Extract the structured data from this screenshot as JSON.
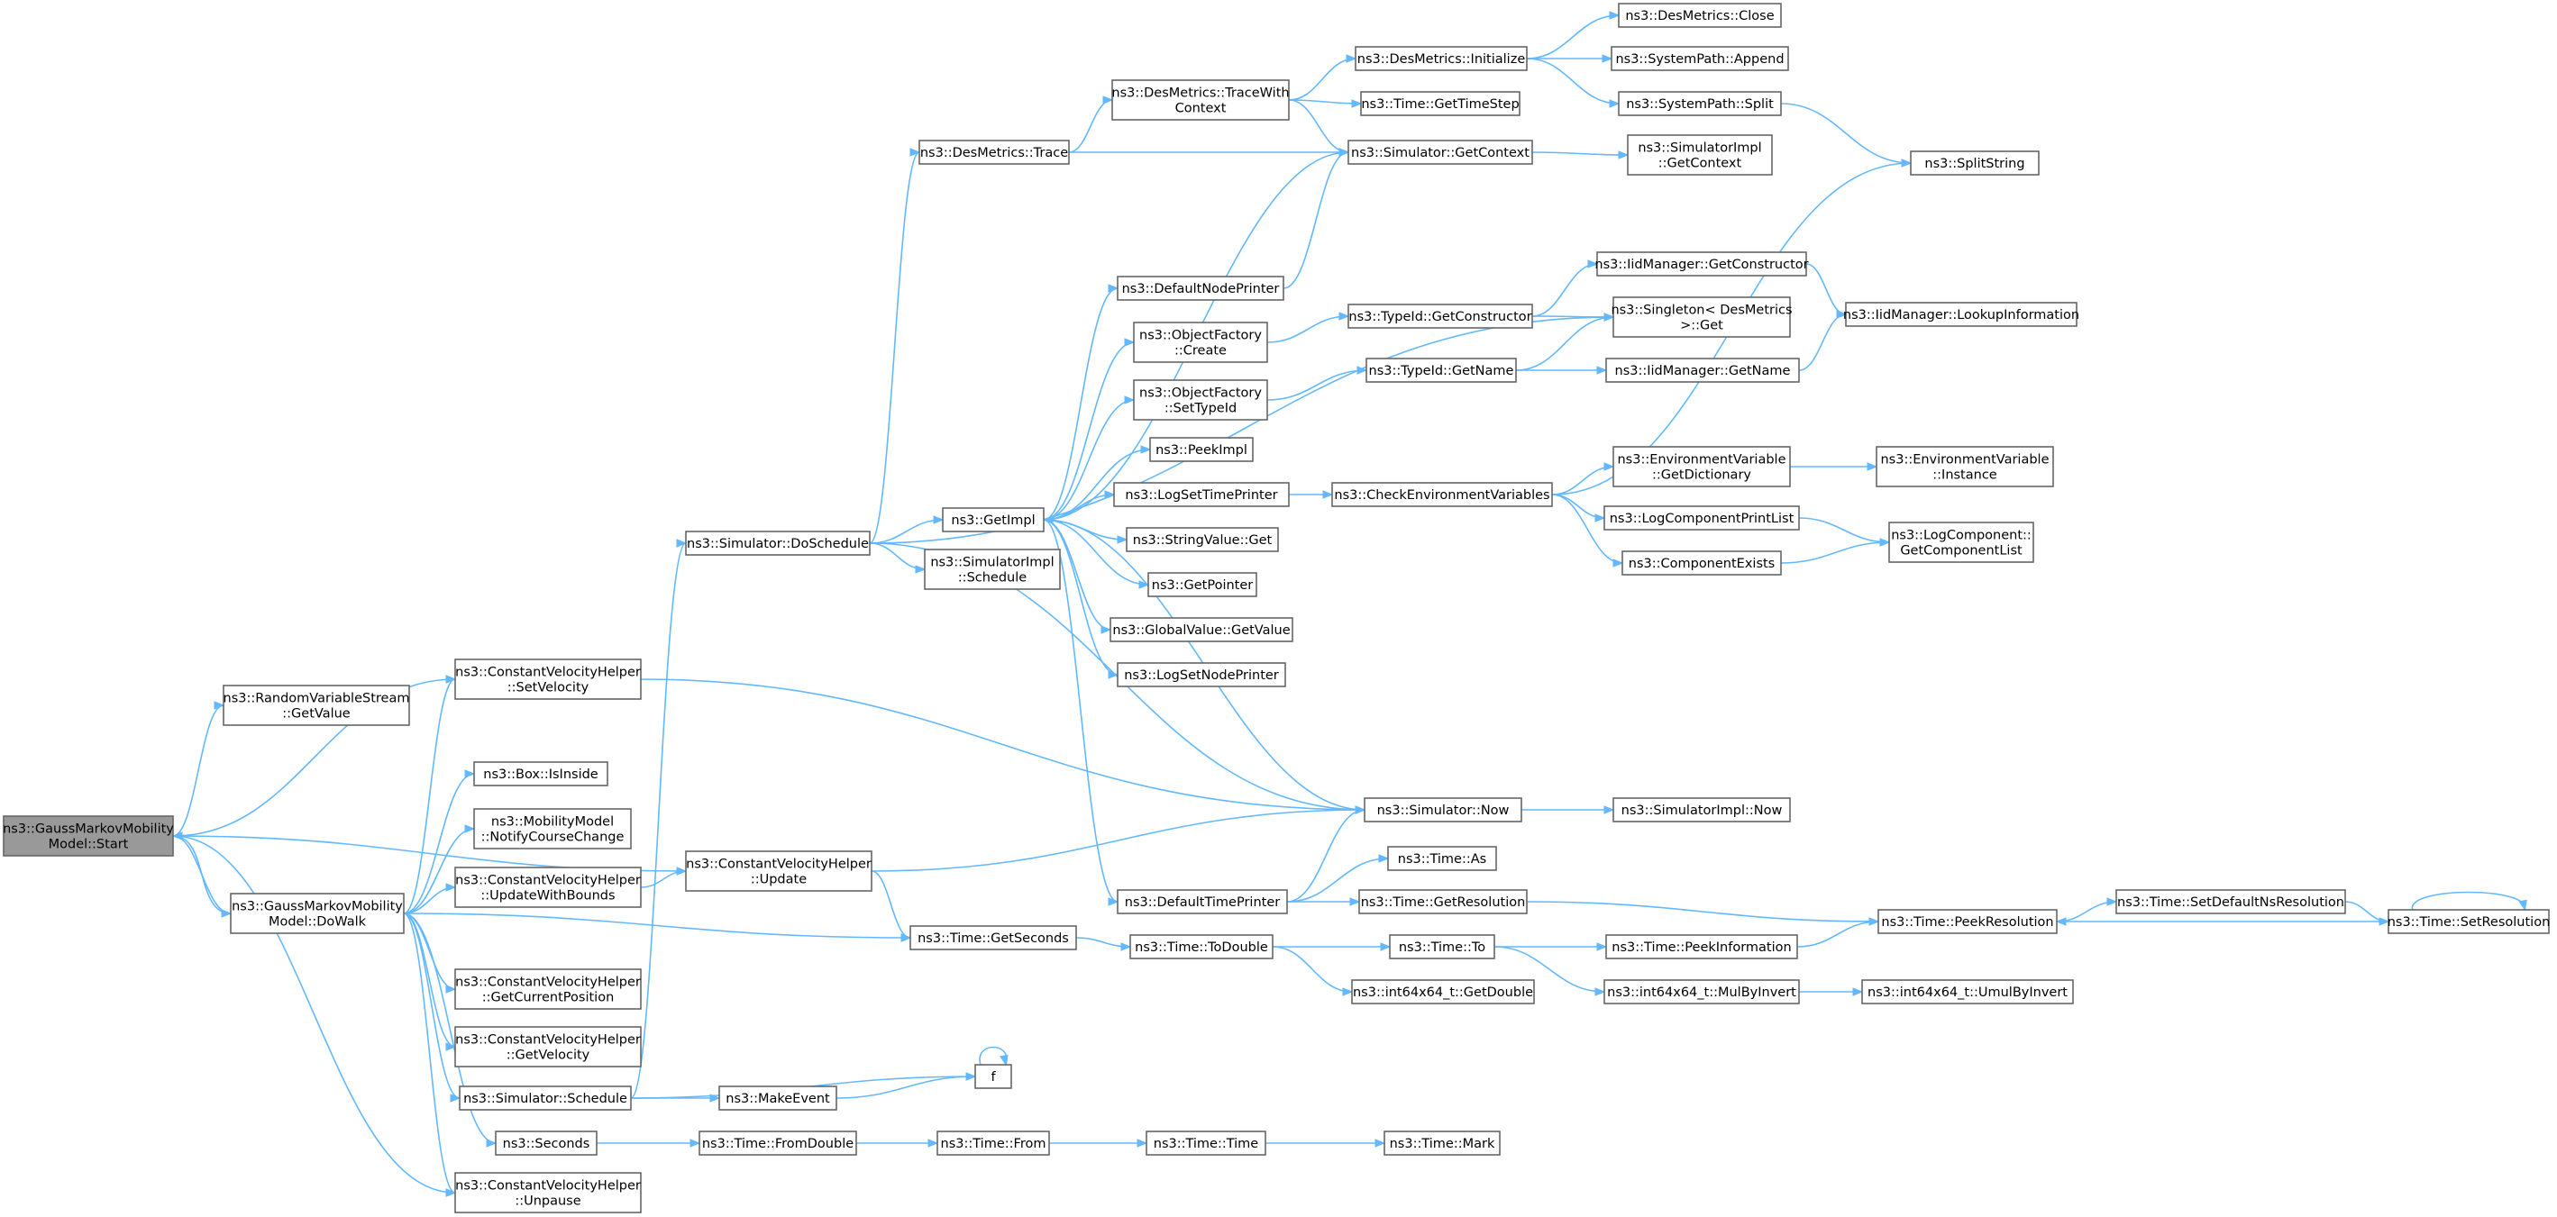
{
  "nodes": [
    {
      "id": "start",
      "lines": [
        "ns3::GaussMarkovMobility",
        "Model::Start"
      ],
      "root": true
    },
    {
      "id": "rvs",
      "lines": [
        "ns3::RandomVariableStream",
        "::GetValue"
      ]
    },
    {
      "id": "cvh_setvel",
      "lines": [
        "ns3::ConstantVelocityHelper",
        "::SetVelocity"
      ]
    },
    {
      "id": "dowalk",
      "lines": [
        "ns3::GaussMarkovMobility",
        "Model::DoWalk"
      ]
    },
    {
      "id": "box",
      "lines": [
        "ns3::Box::IsInside"
      ]
    },
    {
      "id": "mm_notify",
      "lines": [
        "ns3::MobilityModel",
        "::NotifyCourseChange"
      ]
    },
    {
      "id": "cvh_uwb",
      "lines": [
        "ns3::ConstantVelocityHelper",
        "::UpdateWithBounds"
      ]
    },
    {
      "id": "cvh_getpos",
      "lines": [
        "ns3::ConstantVelocityHelper",
        "::GetCurrentPosition"
      ]
    },
    {
      "id": "cvh_getvel",
      "lines": [
        "ns3::ConstantVelocityHelper",
        "::GetVelocity"
      ]
    },
    {
      "id": "sim_schedule",
      "lines": [
        "ns3::Simulator::Schedule"
      ]
    },
    {
      "id": "seconds",
      "lines": [
        "ns3::Seconds"
      ]
    },
    {
      "id": "cvh_unpause",
      "lines": [
        "ns3::ConstantVelocityHelper",
        "::Unpause"
      ]
    },
    {
      "id": "sim_doschedule",
      "lines": [
        "ns3::Simulator::DoSchedule"
      ]
    },
    {
      "id": "cvh_update",
      "lines": [
        "ns3::ConstantVelocityHelper",
        "::Update"
      ]
    },
    {
      "id": "makeevent",
      "lines": [
        "ns3::MakeEvent"
      ]
    },
    {
      "id": "fromdouble",
      "lines": [
        "ns3::Time::FromDouble"
      ]
    },
    {
      "id": "desm_trace",
      "lines": [
        "ns3::DesMetrics::Trace"
      ]
    },
    {
      "id": "getimpl",
      "lines": [
        "ns3::GetImpl"
      ]
    },
    {
      "id": "simimpl_schedule",
      "lines": [
        "ns3::SimulatorImpl",
        "::Schedule"
      ]
    },
    {
      "id": "getseconds",
      "lines": [
        "ns3::Time::GetSeconds"
      ]
    },
    {
      "id": "time_from",
      "lines": [
        "ns3::Time::From"
      ]
    },
    {
      "id": "desm_twc",
      "lines": [
        "ns3::DesMetrics::TraceWith",
        "Context"
      ]
    },
    {
      "id": "defnodeprinter",
      "lines": [
        "ns3::DefaultNodePrinter"
      ]
    },
    {
      "id": "of_create",
      "lines": [
        "ns3::ObjectFactory",
        "::Create"
      ]
    },
    {
      "id": "of_settypeid",
      "lines": [
        "ns3::ObjectFactory",
        "::SetTypeId"
      ]
    },
    {
      "id": "peekimpl",
      "lines": [
        "ns3::PeekImpl"
      ]
    },
    {
      "id": "logsettimeprinter",
      "lines": [
        "ns3::LogSetTimePrinter"
      ]
    },
    {
      "id": "strval_get",
      "lines": [
        "ns3::StringValue::Get"
      ]
    },
    {
      "id": "getpointer",
      "lines": [
        "ns3::GetPointer"
      ]
    },
    {
      "id": "gv_getvalue",
      "lines": [
        "ns3::GlobalValue::GetValue"
      ]
    },
    {
      "id": "logsetnodeprinter",
      "lines": [
        "ns3::LogSetNodePrinter"
      ]
    },
    {
      "id": "deftimeprinter",
      "lines": [
        "ns3::DefaultTimePrinter"
      ]
    },
    {
      "id": "todouble",
      "lines": [
        "ns3::Time::ToDouble"
      ]
    },
    {
      "id": "f",
      "lines": [
        "f"
      ]
    },
    {
      "id": "time_time",
      "lines": [
        "ns3::Time::Time"
      ]
    },
    {
      "id": "desm_init",
      "lines": [
        "ns3::DesMetrics::Initialize"
      ]
    },
    {
      "id": "gettimestep",
      "lines": [
        "ns3::Time::GetTimeStep"
      ]
    },
    {
      "id": "sim_getcontext",
      "lines": [
        "ns3::Simulator::GetContext"
      ]
    },
    {
      "id": "tid_getconstructor",
      "lines": [
        "ns3::TypeId::GetConstructor"
      ]
    },
    {
      "id": "tid_getname",
      "lines": [
        "ns3::TypeId::GetName"
      ]
    },
    {
      "id": "checkenv",
      "lines": [
        "ns3::CheckEnvironmentVariables"
      ]
    },
    {
      "id": "sim_now",
      "lines": [
        "ns3::Simulator::Now"
      ]
    },
    {
      "id": "time_as",
      "lines": [
        "ns3::Time::As"
      ]
    },
    {
      "id": "getresolution",
      "lines": [
        "ns3::Time::GetResolution"
      ]
    },
    {
      "id": "time_to",
      "lines": [
        "ns3::Time::To"
      ]
    },
    {
      "id": "getdouble",
      "lines": [
        "ns3::int64x64_t::GetDouble"
      ]
    },
    {
      "id": "time_mark",
      "lines": [
        "ns3::Time::Mark"
      ]
    },
    {
      "id": "desm_close",
      "lines": [
        "ns3::DesMetrics::Close"
      ]
    },
    {
      "id": "sp_append",
      "lines": [
        "ns3::SystemPath::Append"
      ]
    },
    {
      "id": "sp_split",
      "lines": [
        "ns3::SystemPath::Split"
      ]
    },
    {
      "id": "simimpl_getcontext",
      "lines": [
        "ns3::SimulatorImpl",
        "::GetContext"
      ]
    },
    {
      "id": "iid_getconstructor",
      "lines": [
        "ns3::IidManager::GetConstructor"
      ]
    },
    {
      "id": "singleton_get",
      "lines": [
        "ns3::Singleton< DesMetrics",
        ">::Get"
      ]
    },
    {
      "id": "iid_getname",
      "lines": [
        "ns3::IidManager::GetName"
      ]
    },
    {
      "id": "env_getdict",
      "lines": [
        "ns3::EnvironmentVariable",
        "::GetDictionary"
      ]
    },
    {
      "id": "lcprintlist",
      "lines": [
        "ns3::LogComponentPrintList"
      ]
    },
    {
      "id": "compexists",
      "lines": [
        "ns3::ComponentExists"
      ]
    },
    {
      "id": "simimpl_now",
      "lines": [
        "ns3::SimulatorImpl::Now"
      ]
    },
    {
      "id": "peekinfo",
      "lines": [
        "ns3::Time::PeekInformation"
      ]
    },
    {
      "id": "mulbyinvert",
      "lines": [
        "ns3::int64x64_t::MulByInvert"
      ]
    },
    {
      "id": "splitstring",
      "lines": [
        "ns3::SplitString"
      ]
    },
    {
      "id": "iid_lookup",
      "lines": [
        "ns3::IidManager::LookupInformation"
      ]
    },
    {
      "id": "env_instance",
      "lines": [
        "ns3::EnvironmentVariable",
        "::Instance"
      ]
    },
    {
      "id": "lc_getlist",
      "lines": [
        "ns3::LogComponent::",
        "GetComponentList"
      ]
    },
    {
      "id": "peekresolution",
      "lines": [
        "ns3::Time::PeekResolution"
      ]
    },
    {
      "id": "umulbyinvert",
      "lines": [
        "ns3::int64x64_t::UmulByInvert"
      ]
    },
    {
      "id": "setdefaultns",
      "lines": [
        "ns3::Time::SetDefaultNsResolution"
      ]
    },
    {
      "id": "setresolution",
      "lines": [
        "ns3::Time::SetResolution"
      ]
    }
  ],
  "edges": [
    [
      "start",
      "rvs"
    ],
    [
      "start",
      "cvh_setvel"
    ],
    [
      "start",
      "dowalk"
    ],
    [
      "start",
      "cvh_update"
    ],
    [
      "start",
      "cvh_unpause"
    ],
    [
      "dowalk",
      "start"
    ],
    [
      "dowalk",
      "cvh_setvel"
    ],
    [
      "dowalk",
      "box"
    ],
    [
      "dowalk",
      "mm_notify"
    ],
    [
      "dowalk",
      "cvh_uwb"
    ],
    [
      "dowalk",
      "cvh_getpos"
    ],
    [
      "dowalk",
      "cvh_getvel"
    ],
    [
      "dowalk",
      "sim_schedule"
    ],
    [
      "dowalk",
      "seconds"
    ],
    [
      "dowalk",
      "cvh_unpause"
    ],
    [
      "dowalk",
      "getseconds"
    ],
    [
      "cvh_setvel",
      "sim_now"
    ],
    [
      "cvh_uwb",
      "cvh_update"
    ],
    [
      "cvh_update",
      "sim_now"
    ],
    [
      "cvh_update",
      "getseconds"
    ],
    [
      "sim_schedule",
      "sim_doschedule"
    ],
    [
      "sim_schedule",
      "makeevent"
    ],
    [
      "sim_schedule",
      "f"
    ],
    [
      "makeevent",
      "f"
    ],
    [
      "f",
      "f"
    ],
    [
      "seconds",
      "fromdouble"
    ],
    [
      "fromdouble",
      "time_from"
    ],
    [
      "time_from",
      "time_time"
    ],
    [
      "time_time",
      "time_mark"
    ],
    [
      "sim_doschedule",
      "desm_trace"
    ],
    [
      "sim_doschedule",
      "getimpl"
    ],
    [
      "sim_doschedule",
      "simimpl_schedule"
    ],
    [
      "sim_doschedule",
      "sim_now"
    ],
    [
      "sim_doschedule",
      "singleton_get"
    ],
    [
      "desm_trace",
      "desm_twc"
    ],
    [
      "desm_trace",
      "sim_getcontext"
    ],
    [
      "desm_twc",
      "desm_init"
    ],
    [
      "desm_twc",
      "gettimestep"
    ],
    [
      "desm_twc",
      "sim_getcontext"
    ],
    [
      "desm_init",
      "desm_close"
    ],
    [
      "desm_init",
      "sp_append"
    ],
    [
      "desm_init",
      "sp_split"
    ],
    [
      "sp_split",
      "splitstring"
    ],
    [
      "sim_getcontext",
      "simimpl_getcontext"
    ],
    [
      "sim_getcontext",
      "getimpl"
    ],
    [
      "getimpl",
      "defnodeprinter"
    ],
    [
      "getimpl",
      "of_create"
    ],
    [
      "getimpl",
      "of_settypeid"
    ],
    [
      "getimpl",
      "peekimpl"
    ],
    [
      "getimpl",
      "logsettimeprinter"
    ],
    [
      "getimpl",
      "strval_get"
    ],
    [
      "getimpl",
      "getpointer"
    ],
    [
      "getimpl",
      "gv_getvalue"
    ],
    [
      "getimpl",
      "logsetnodeprinter"
    ],
    [
      "getimpl",
      "deftimeprinter"
    ],
    [
      "defnodeprinter",
      "sim_getcontext"
    ],
    [
      "of_create",
      "tid_getconstructor"
    ],
    [
      "of_settypeid",
      "tid_getname"
    ],
    [
      "tid_getconstructor",
      "iid_getconstructor"
    ],
    [
      "tid_getconstructor",
      "singleton_get"
    ],
    [
      "tid_getname",
      "singleton_get"
    ],
    [
      "tid_getname",
      "iid_getname"
    ],
    [
      "iid_getconstructor",
      "iid_lookup"
    ],
    [
      "iid_getname",
      "iid_lookup"
    ],
    [
      "logsettimeprinter",
      "checkenv"
    ],
    [
      "checkenv",
      "splitstring"
    ],
    [
      "checkenv",
      "env_getdict"
    ],
    [
      "checkenv",
      "lcprintlist"
    ],
    [
      "checkenv",
      "compexists"
    ],
    [
      "env_getdict",
      "env_instance"
    ],
    [
      "lcprintlist",
      "lc_getlist"
    ],
    [
      "compexists",
      "lc_getlist"
    ],
    [
      "sim_now",
      "getimpl"
    ],
    [
      "sim_now",
      "simimpl_now"
    ],
    [
      "deftimeprinter",
      "sim_now"
    ],
    [
      "deftimeprinter",
      "time_as"
    ],
    [
      "deftimeprinter",
      "getresolution"
    ],
    [
      "getresolution",
      "peekresolution"
    ],
    [
      "getseconds",
      "todouble"
    ],
    [
      "todouble",
      "time_to"
    ],
    [
      "todouble",
      "getdouble"
    ],
    [
      "time_to",
      "peekinfo"
    ],
    [
      "time_to",
      "mulbyinvert"
    ],
    [
      "peekinfo",
      "peekresolution"
    ],
    [
      "mulbyinvert",
      "umulbyinvert"
    ],
    [
      "peekresolution",
      "setdefaultns"
    ],
    [
      "setdefaultns",
      "setresolution"
    ],
    [
      "setresolution",
      "peekresolution"
    ],
    [
      "setresolution",
      "setresolution"
    ]
  ]
}
